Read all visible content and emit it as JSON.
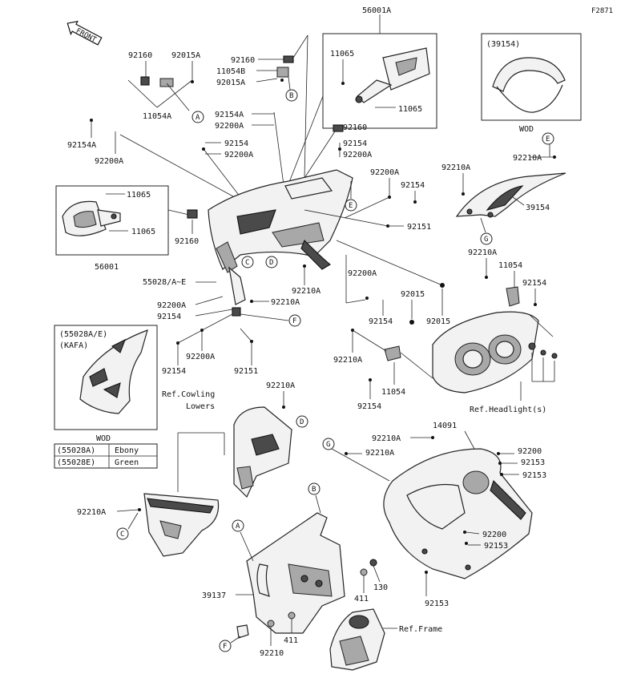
{
  "figure_code": "F2871",
  "front_label": "FRONT",
  "labels": {
    "p56001A_top": "56001A",
    "p11065_a": "11065",
    "p11065_b": "11065",
    "p39154_box": "(39154)",
    "wod_1": "WOD",
    "p92160_a": "92160",
    "p92015A_a": "92015A",
    "p92160_b": "92160",
    "p11054B": "11054B",
    "p92015A_b": "92015A",
    "p11054A": "11054A",
    "p92154A_a": "92154A",
    "p92200A_a": "92200A",
    "p92160_c": "92160",
    "p92154_a": "92154",
    "p92200A_b": "92200A",
    "p92154A_b": "92154A",
    "p92200A_c": "92200A",
    "p92154_b": "92154",
    "p92200A_d": "92200A",
    "p92210A_a": "92210A",
    "p92210A_b": "92210A",
    "p92200A_e": "92200A",
    "p92154_c": "92154",
    "p39154": "39154",
    "p11065_c": "11065",
    "p11065_d": "11065",
    "p92160_d": "92160",
    "p56001": "56001",
    "p92151_a": "92151",
    "p92210A_c": "92210A",
    "p11054_a": "11054",
    "p92154_d": "92154",
    "p55028": "55028/A~E",
    "p92210A_d": "92210A",
    "p92200A_f": "92200A",
    "p92200A_g": "92200A",
    "p92210A_e": "92210A",
    "p92154_e": "92154",
    "p92015_a": "92015",
    "p92154_f": "92154",
    "p92015_b": "92015",
    "p92200A_h": "92200A",
    "p92154_g": "92154",
    "p92151_b": "92151",
    "p92210A_f": "92210A",
    "p11054_b": "11054",
    "p92154_h": "92154",
    "p55028AE": "(55028A/E)",
    "kafa": "(KAFA)",
    "ref_headlight": "Ref.Headlight(s)",
    "ref_cowling_1": "Ref.Cowling",
    "ref_cowling_2": "Lowers",
    "p92210A_g": "92210A",
    "wod_2": "WOD",
    "p14091": "14091",
    "p92210A_h": "92210A",
    "p92210A_i": "92210A",
    "p92200_a": "92200",
    "p92153_a": "92153",
    "p92153_b": "92153",
    "p92210A_j": "92210A",
    "p92200_b": "92200",
    "p92153_c": "92153",
    "p39137": "39137",
    "p411_a": "411",
    "p130": "130",
    "p92153_d": "92153",
    "ref_frame": "Ref.Frame",
    "p411_b": "411",
    "p92210": "92210"
  },
  "color_table": {
    "rows": [
      {
        "code": "(55028A)",
        "color": "Ebony"
      },
      {
        "code": "(55028E)",
        "color": "Green"
      }
    ]
  },
  "callouts": {
    "A1": "A",
    "B1": "B",
    "C1": "C",
    "D1": "D",
    "E1": "E",
    "E2": "E",
    "F1": "F",
    "G1": "G",
    "G2": "G",
    "D2": "D",
    "B2": "B",
    "A2": "A",
    "C2": "C",
    "F2": "F"
  }
}
